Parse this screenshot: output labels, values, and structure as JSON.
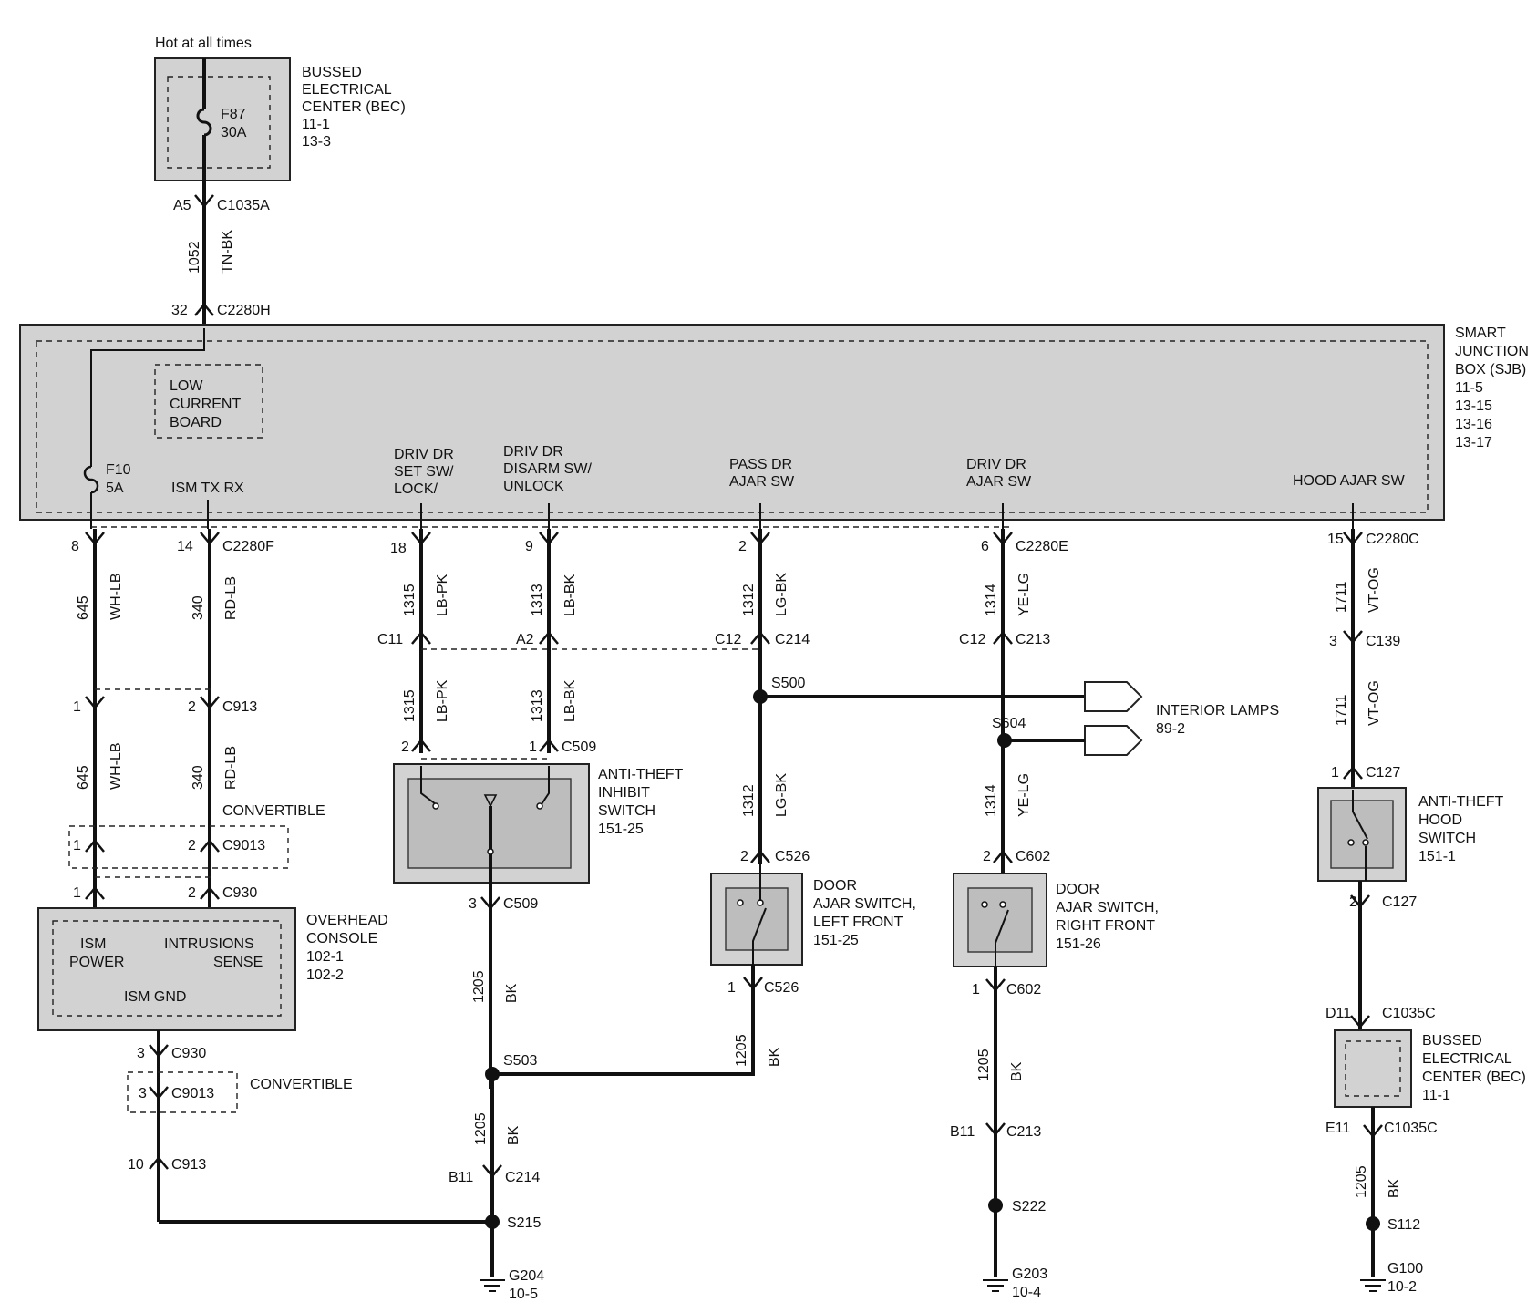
{
  "hot_label": "Hot at all times",
  "bec_top": {
    "l1": "BUSSED",
    "l2": "ELECTRICAL",
    "l3": "CENTER (BEC)",
    "l4": "11-1",
    "l5": "13-3",
    "fuse1": "F87",
    "fuse2": "30A"
  },
  "c_top": {
    "pin": "A5",
    "conn": "C1035A",
    "circuit": "1052",
    "color": "TN-BK",
    "pin2": "32",
    "conn2": "C2280H"
  },
  "sjb": {
    "l1": "SMART",
    "l2": "JUNCTION",
    "l3": "BOX (SJB)",
    "l4": "11-5",
    "l5": "13-15",
    "l6": "13-16",
    "l7": "13-17",
    "lcb1": "LOW",
    "lcb2": "CURRENT",
    "lcb3": "BOARD",
    "fuse1": "F10",
    "fuse2": "5A",
    "ism": "ISM TX RX",
    "dset1": "DRIV DR",
    "dset2": "SET SW/",
    "dset3": "LOCK/",
    "ddis1": "DRIV DR",
    "ddis2": "DISARM SW/",
    "ddis3": "UNLOCK",
    "pass1": "PASS DR",
    "pass2": "AJAR SW",
    "driv1": "DRIV DR",
    "driv2": "AJAR SW",
    "hood": "HOOD AJAR SW"
  },
  "col1": {
    "pin": "8",
    "circuit": "645",
    "color": "WH-LB",
    "p2": "1",
    "circuit2": "645",
    "color2": "WH-LB",
    "p3": "1",
    "p4": "1"
  },
  "col2": {
    "pin": "14",
    "conn": "C2280F",
    "circuit": "340",
    "color": "RD-LB",
    "p2": "2",
    "conn2": "C913",
    "circuit2": "340",
    "color2": "RD-LB",
    "conv": "CONVERTIBLE",
    "p3": "2",
    "conn3": "C9013",
    "p4": "2",
    "conn4": "C930"
  },
  "overhead": {
    "l1": "OVERHEAD",
    "l2": "CONSOLE",
    "l3": "102-1",
    "l4": "102-2",
    "ism1": "ISM",
    "ism2": "POWER",
    "intr1": "INTRUSIONS",
    "intr2": "SENSE",
    "gnd": "ISM GND"
  },
  "gndpath": {
    "p1": "3",
    "c1": "C930",
    "p2": "3",
    "c2": "C9013",
    "conv": "CONVERTIBLE",
    "p3": "10",
    "c3": "C913"
  },
  "col3": {
    "pin": "18",
    "circuit": "1315",
    "color": "LB-PK",
    "conn": "C11",
    "circuit2": "1315",
    "color2": "LB-PK",
    "p2": "2"
  },
  "col4": {
    "pin": "9",
    "circuit": "1313",
    "color": "LB-BK",
    "conn": "A2",
    "circuit2": "1313",
    "color2": "LB-BK",
    "p2": "1",
    "conn2": "C509"
  },
  "antitheft": {
    "l1": "ANTI-THEFT",
    "l2": "INHIBIT",
    "l3": "SWITCH",
    "l4": "151-25",
    "pin": "3",
    "conn": "C509",
    "circuit": "1205",
    "color": "BK",
    "splice": "S503"
  },
  "col5": {
    "pin": "2",
    "circuit": "1312",
    "color": "LG-BK",
    "conn": "C12",
    "conn2": "C214",
    "splice": "S500",
    "circuit2": "1312",
    "color2": "LG-BK",
    "p2": "2",
    "conn3": "C526",
    "p3": "1",
    "conn4": "C526",
    "circuit3": "1205",
    "color3": "BK"
  },
  "doorlf": {
    "l1": "DOOR",
    "l2": "AJAR SWITCH,",
    "l3": "LEFT FRONT",
    "l4": "151-25"
  },
  "interior": {
    "l1": "INTERIOR LAMPS",
    "l2": "89-2"
  },
  "col6": {
    "pin": "6",
    "conn": "C2280E",
    "circuit": "1314",
    "color": "YE-LG",
    "conn2": "C12",
    "conn3": "C213",
    "splice": "S604",
    "circuit2": "1314",
    "color2": "YE-LG",
    "p2": "2",
    "conn4": "C602",
    "p3": "1",
    "conn5": "C602",
    "circuit3": "1205",
    "color3": "BK",
    "p4": "B11",
    "conn6": "C213",
    "splice2": "S222",
    "gnd": "G203",
    "gnd2": "10-4"
  },
  "doorrf": {
    "l1": "DOOR",
    "l2": "AJAR SWITCH,",
    "l3": "RIGHT FRONT",
    "l4": "151-26"
  },
  "ground_main": {
    "circuit": "1205",
    "color": "BK",
    "pin": "B11",
    "conn": "C214",
    "splice": "S215",
    "gnd": "G204",
    "gnd2": "10-5"
  },
  "col7": {
    "pin": "15",
    "conn": "C2280C",
    "circuit": "1711",
    "color": "VT-OG",
    "p2": "3",
    "conn2": "C139",
    "circuit2": "1711",
    "color2": "VT-OG",
    "p3": "1",
    "conn3": "C127",
    "p4": "2",
    "conn4": "C127",
    "p5": "D11",
    "conn5": "C1035C",
    "p6": "E11",
    "conn6": "C1035C",
    "circuit3": "1205",
    "color3": "BK",
    "splice": "S112",
    "gnd": "G100",
    "gnd2": "10-2"
  },
  "hood": {
    "l1": "ANTI-THEFT",
    "l2": "HOOD",
    "l3": "SWITCH",
    "l4": "151-1"
  },
  "bec_bot": {
    "l1": "BUSSED",
    "l2": "ELECTRICAL",
    "l3": "CENTER (BEC)",
    "l4": "11-1"
  }
}
